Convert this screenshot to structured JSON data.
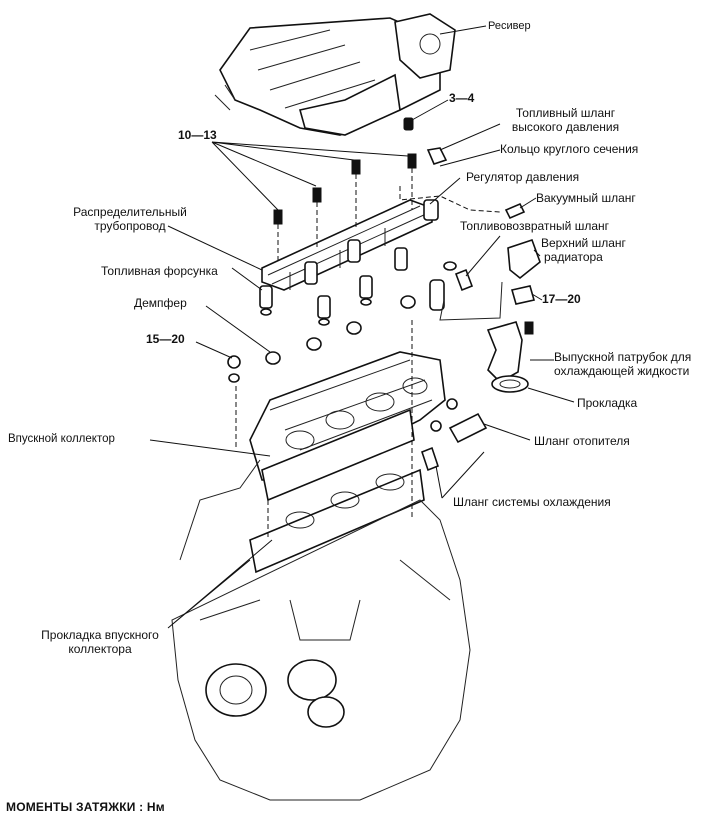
{
  "labels": {
    "receiver": "Ресивер",
    "torque_3_4": "3—4",
    "fuel_hose_hp_1": "Топливный шланг",
    "fuel_hose_hp_2": "высокого давления",
    "o_ring": "Кольцо круглого сечения",
    "torque_10_13": "10—13",
    "pressure_regulator": "Регулятор давления",
    "vacuum_hose": "Вакуумный шланг",
    "distributor_pipe_1": "Распределительный",
    "distributor_pipe_2": "трубопровод",
    "fuel_return_hose": "Топливовозвратный шланг",
    "upper_radiator_hose_1": "Верхний шланг",
    "upper_radiator_hose_2": "радиатора",
    "fuel_injector": "Топливная форсунка",
    "damper": "Демпфер",
    "torque_17_20": "17—20",
    "torque_15_20": "15—20",
    "outlet_pipe_1": "Выпускной патрубок для",
    "outlet_pipe_2": "охлаждающей жидкости",
    "gasket": "Прокладка",
    "intake_manifold": "Впускной коллектор",
    "heater_hose": "Шланг отопителя",
    "coolant_hose": "Шланг системы охлаждения",
    "intake_gasket_1": "Прокладка впускного",
    "intake_gasket_2": "коллектора"
  },
  "footer": "МОМЕНТЫ ЗАТЯЖКИ : Нм"
}
